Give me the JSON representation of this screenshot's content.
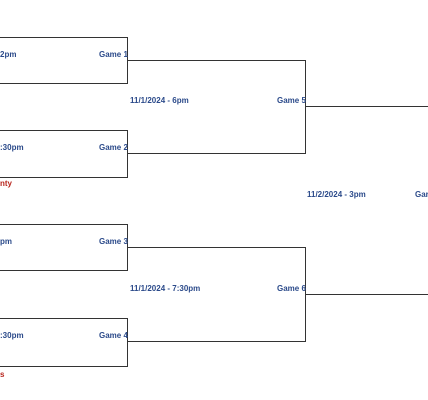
{
  "colors": {
    "label": "#2b4a8a",
    "team_label": "#b8261e",
    "line": "#333333"
  },
  "round1": [
    {
      "time": "2pm",
      "game": "Game 1"
    },
    {
      "time": ":30pm",
      "game": "Game 2"
    },
    {
      "time": "pm",
      "game": "Game 3"
    },
    {
      "time": ":30pm",
      "game": "Game 4"
    }
  ],
  "round1_team_labels": [
    "nty",
    "s"
  ],
  "round2": [
    {
      "time": "11/1/2024 - 6pm",
      "game": "Game 5"
    },
    {
      "time": "11/1/2024 - 7:30pm",
      "game": "Game 6"
    }
  ],
  "final": {
    "time": "11/2/2024 - 3pm",
    "game": "Gar"
  }
}
